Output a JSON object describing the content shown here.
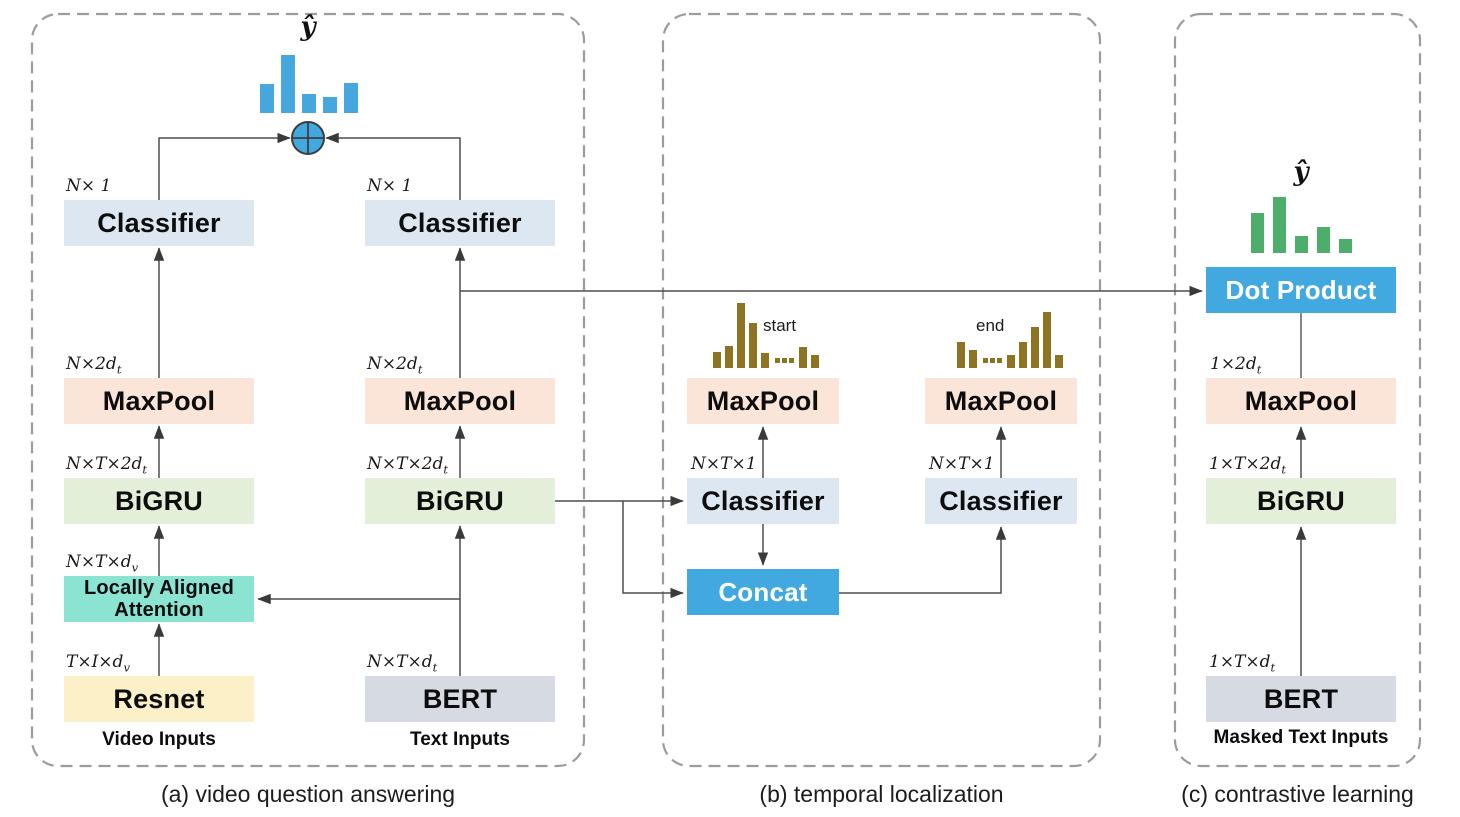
{
  "colors": {
    "accent_blue": "#41a8e0",
    "classifier_fill": "#dce7f1",
    "maxpool_fill": "#fbe5d8",
    "bigru_fill": "#e4efda",
    "attention_fill": "#8be3d1",
    "resnet_fill": "#fbf0c8",
    "bert_fill": "#d6dbe3",
    "qa_bar_blue": "#45a7de",
    "localization_bar_olive": "#8e7422",
    "contrastive_bar_green": "#4dae6c",
    "line": "#4f4f4f",
    "dashed_border": "#9c9c9c"
  },
  "y_hat": "ŷ",
  "panels": {
    "a": {
      "caption": "(a) video question answering",
      "video": {
        "classifier": "Classifier",
        "classifier_dim": {
          "base": "N× 1",
          "sub": ""
        },
        "maxpool": "MaxPool",
        "maxpool_dim": {
          "base": "N×2d",
          "sub": "t"
        },
        "bigru": "BiGRU",
        "bigru_dim": {
          "base": "N×T×2d",
          "sub": "t"
        },
        "laa_line1": "Locally Aligned",
        "laa_line2": "Attention",
        "laa_dim": {
          "base": "N×T×d",
          "sub": "v"
        },
        "resnet": "Resnet",
        "resnet_dim": {
          "base": "T×I×d",
          "sub": "v"
        },
        "input_label": "Video Inputs"
      },
      "text": {
        "classifier": "Classifier",
        "classifier_dim": {
          "base": "N× 1",
          "sub": ""
        },
        "maxpool": "MaxPool",
        "maxpool_dim": {
          "base": "N×2d",
          "sub": "t"
        },
        "bigru": "BiGRU",
        "bigru_dim": {
          "base": "N×T×2d",
          "sub": "t"
        },
        "bert": "BERT",
        "bert_dim": {
          "base": "N×T×d",
          "sub": "t"
        },
        "input_label": "Text Inputs"
      }
    },
    "b": {
      "caption": "(b) temporal localization",
      "start_label": "start",
      "end_label": "end",
      "left": {
        "maxpool": "MaxPool",
        "classifier": "Classifier",
        "classifier_dim": {
          "base": "N×T×1",
          "sub": ""
        }
      },
      "right": {
        "maxpool": "MaxPool",
        "classifier": "Classifier",
        "classifier_dim": {
          "base": "N×T×1",
          "sub": ""
        }
      },
      "concat": "Concat"
    },
    "c": {
      "caption": "(c) contrastive learning",
      "dot_product": "Dot Product",
      "maxpool": "MaxPool",
      "maxpool_dim": {
        "base": "1×2d",
        "sub": "t"
      },
      "bigru": "BiGRU",
      "bigru_dim": {
        "base": "1×T×2d",
        "sub": "t"
      },
      "bert": "BERT",
      "bert_dim": {
        "base": "1×T×d",
        "sub": "t"
      },
      "input_label": "Masked Text Inputs"
    }
  },
  "histograms": {
    "qa": {
      "color": "#45a7de",
      "heights": [
        29,
        58,
        19,
        16,
        30
      ]
    },
    "start": {
      "color": "#8e7422",
      "heights": [
        16,
        22,
        65,
        45,
        15,
        21,
        13
      ],
      "dots_after": 5
    },
    "end": {
      "color": "#8e7422",
      "heights": [
        26,
        18,
        13,
        26,
        41,
        56,
        13
      ],
      "dots_after": 2
    },
    "contrastive": {
      "color": "#4dae6c",
      "heights": [
        40,
        56,
        17,
        26,
        14
      ]
    }
  }
}
